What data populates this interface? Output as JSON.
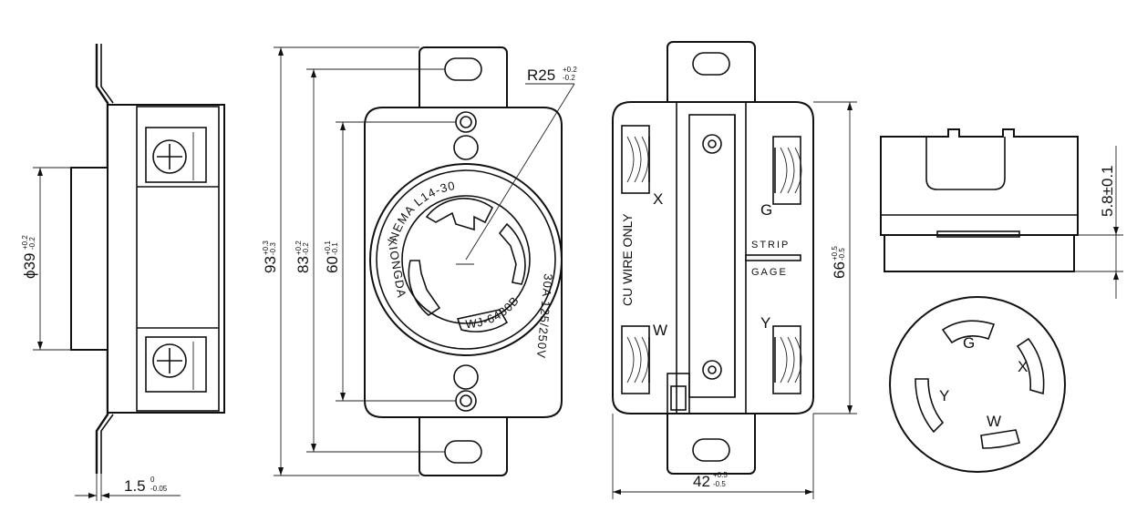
{
  "dimensions": {
    "phi39": {
      "value": "ϕ39",
      "tol_plus": "+0.2",
      "tol_minus": "-0.2"
    },
    "t1_5": {
      "value": "1.5",
      "tol_plus": "0",
      "tol_minus": "-0.05"
    },
    "h93": {
      "value": "93",
      "tol_plus": "+0.3",
      "tol_minus": "-0.3"
    },
    "h83": {
      "value": "83",
      "tol_plus": "+0.2",
      "tol_minus": "-0.2"
    },
    "h60": {
      "value": "60",
      "tol_plus": "+0.1",
      "tol_minus": "-0.1"
    },
    "r25": {
      "value": "R25",
      "tol_plus": "+0.2",
      "tol_minus": "-0.2"
    },
    "w42": {
      "value": "42",
      "tol_plus": "+0.5",
      "tol_minus": "-0.5"
    },
    "h66": {
      "value": "66",
      "tol_plus": "+0.5",
      "tol_minus": "-0.5"
    },
    "d5_8": {
      "value": "5.8±0.1"
    }
  },
  "face_ring": {
    "top_text": "NEMA L14-30",
    "right_text": "30A 125/250V",
    "bottom_text": "WJ-6430B",
    "left_text": "XIONGDA"
  },
  "back_view": {
    "terminal_x": "X",
    "terminal_w": "W",
    "terminal_g": "G",
    "terminal_y": "Y",
    "cu_wire": "CU WIRE ONLY",
    "strip": "STRIP",
    "gage": "GAGE"
  },
  "plug_face": {
    "g": "G",
    "x": "X",
    "y": "Y",
    "w": "W"
  }
}
